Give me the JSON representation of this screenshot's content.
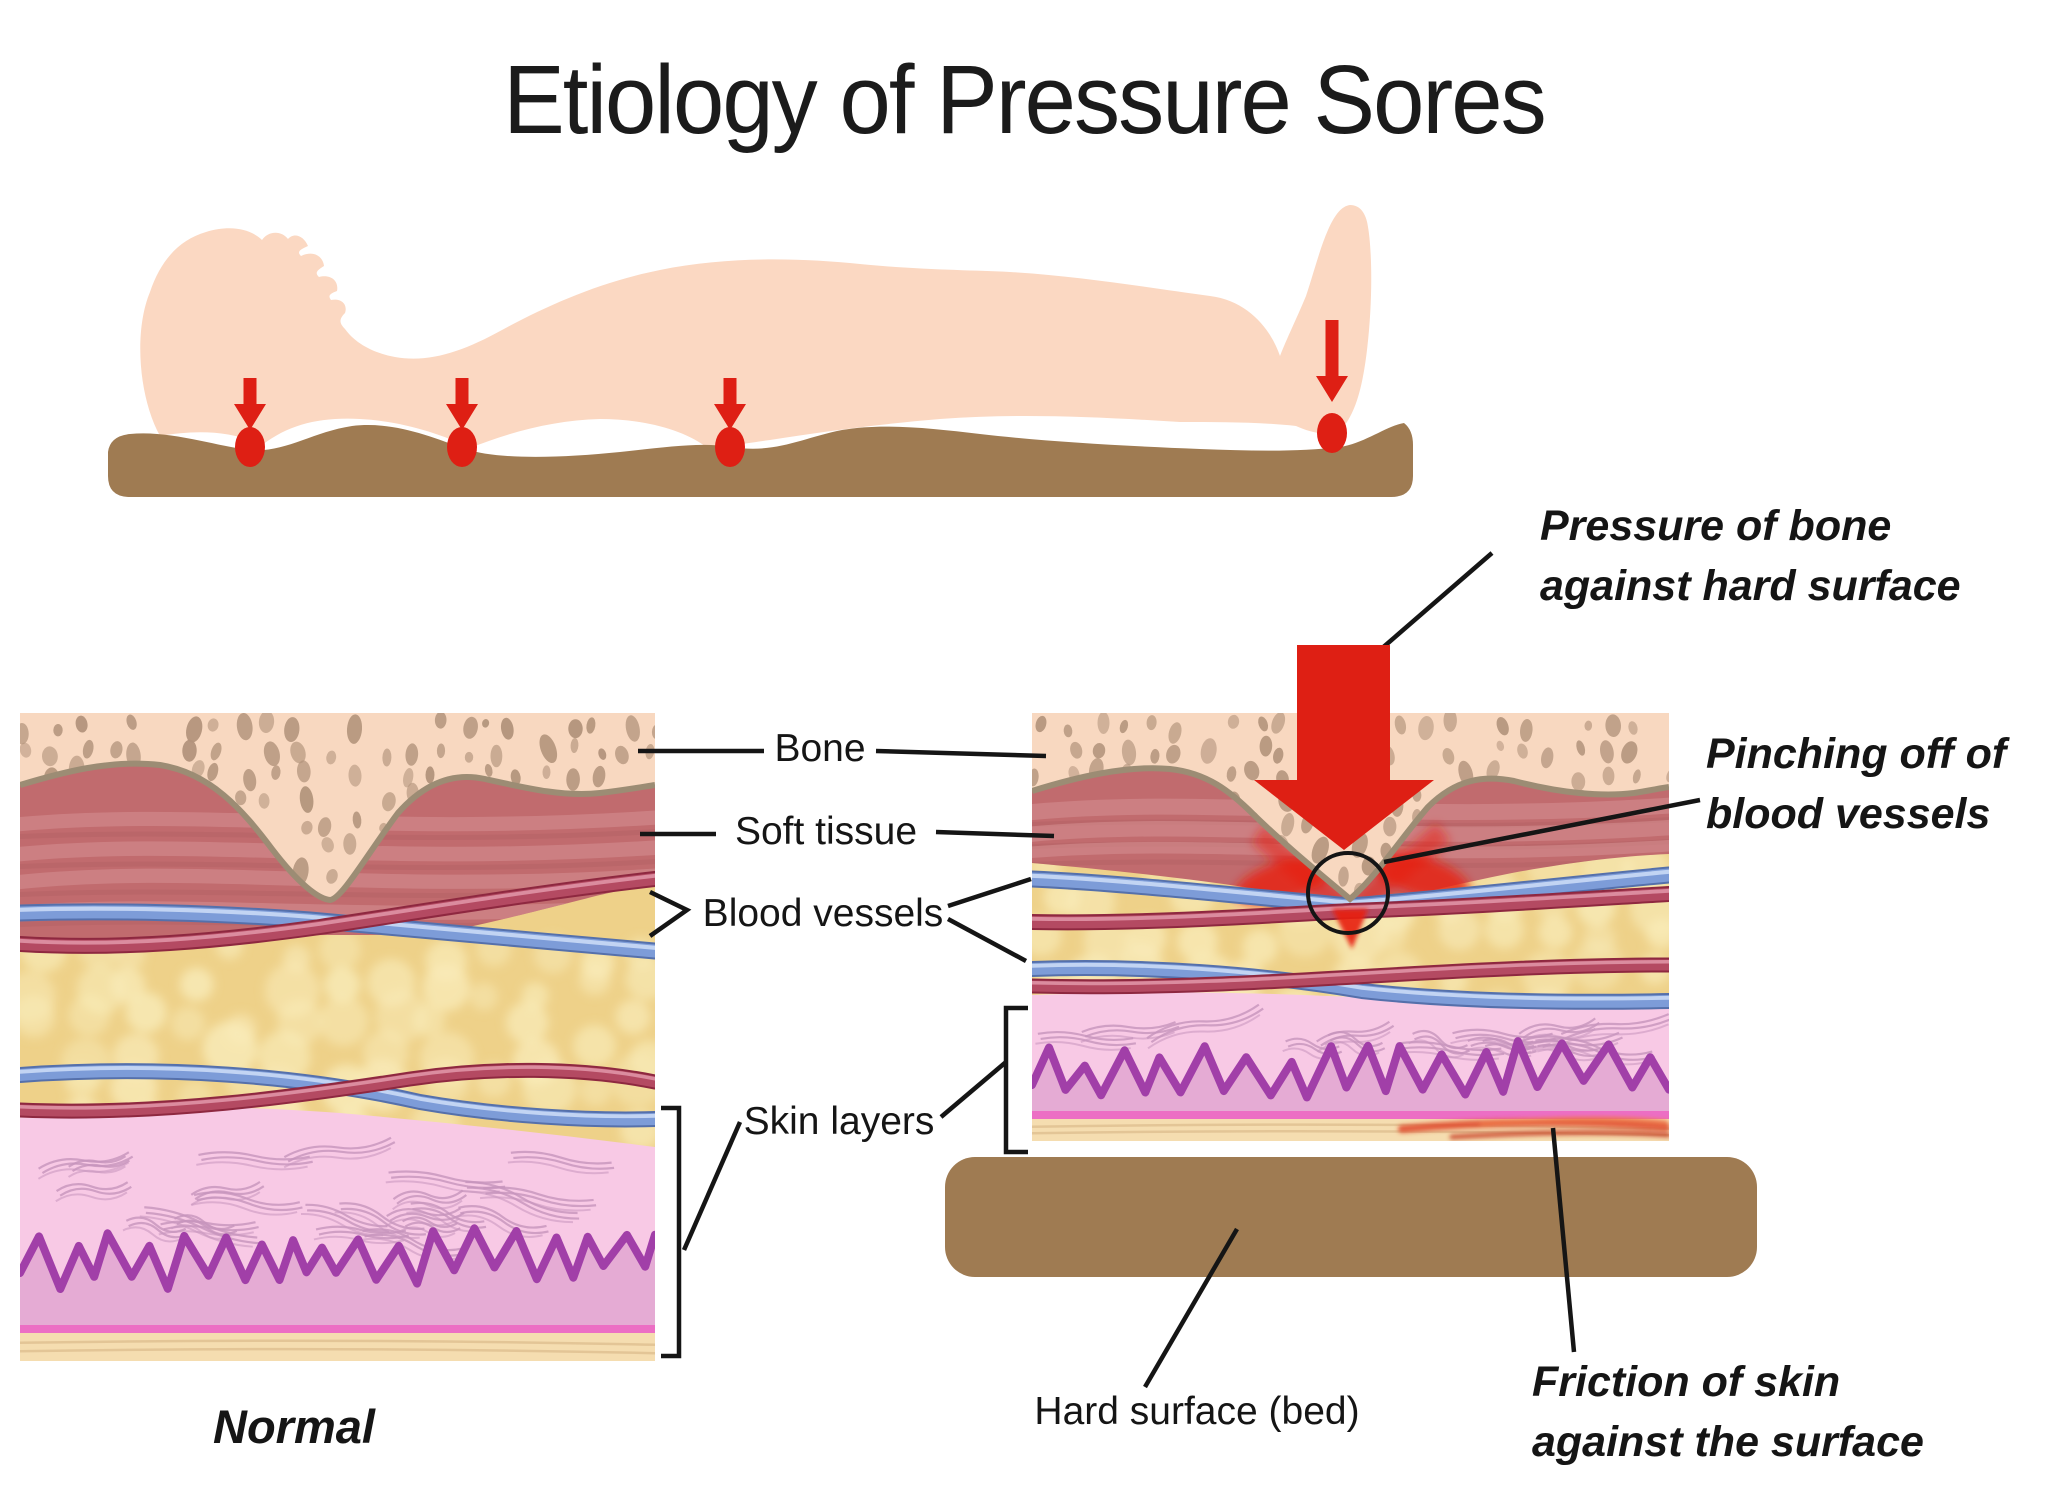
{
  "title": "Etiology of Pressure Sores",
  "labels": {
    "bone": "Bone",
    "soft_tissue": "Soft tissue",
    "blood_vessels": "Blood vessels",
    "skin_layers": "Skin layers",
    "hard_surface": "Hard surface (bed)",
    "normal": "Normal",
    "pressure_line1": "Pressure of bone",
    "pressure_line2": "against hard surface",
    "pinching_line1": "Pinching off of",
    "pinching_line2": "blood vessels",
    "friction_line1": "Friction of skin",
    "friction_line2": "against the surface"
  },
  "colors": {
    "skin": "#fbd8c2",
    "bed": "#9f7b52",
    "red": "#de1f14",
    "bone_fill": "#f8d8c0",
    "bone_speckle": "#b2937b",
    "bone_edge": "#9c8c74",
    "muscle": "#c16b6e",
    "muscle_streak": "#d89395",
    "muscle_dark": "#a85a5e",
    "vessel_blue_dark": "#5570ab",
    "vessel_blue": "#7d9cd8",
    "vessel_blue_hi": "#c6d7f4",
    "vessel_red_dark": "#8e2840",
    "vessel_red": "#b44a62",
    "vessel_red_hi": "#dd8fa2",
    "fat": "#eed189",
    "fat_blob": "#f9ecba",
    "dermis": "#f8c9e5",
    "dermis_squiggle": "#c795bd",
    "zigzag": "#a13fa8",
    "epidermis": "#e5abd4",
    "magenta": "#ec6ec4",
    "cream": "#f5ddb0",
    "cream_line": "#dcba8c",
    "inflammation": "#e8200f",
    "friction": "#e04828",
    "line": "#151515"
  }
}
